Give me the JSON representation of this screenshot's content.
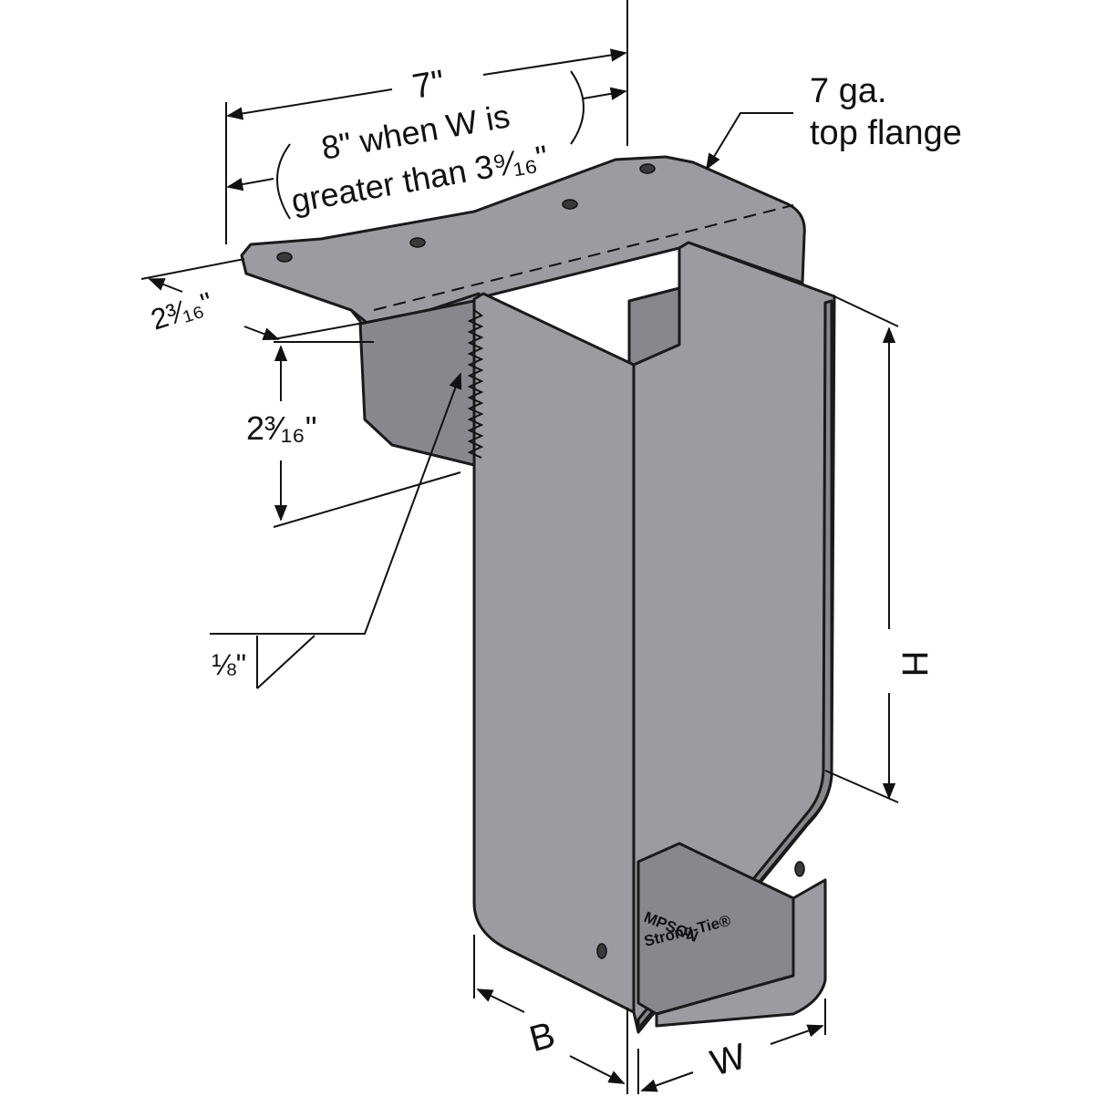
{
  "colors": {
    "steel": "#9c9ca0",
    "steel_dark": "#88888c",
    "line": "#111111",
    "background": "#ffffff"
  },
  "dimensions": {
    "top_flange_length": "7\"",
    "alt_length_line1": "8\" when W is",
    "alt_length_line2": "greater than 3⁹⁄₁₆\"",
    "flange_depth": "2³⁄₁₆\"",
    "flange_drop": "2³⁄₁₆\"",
    "weld_gap": "⅛\"",
    "height": "H",
    "bearing": "B",
    "width": "W"
  },
  "callout": {
    "line1": "7 ga.",
    "line2": "top flange"
  },
  "stamp": {
    "line1": "MPSON",
    "line2": "Strong-Tie®"
  }
}
